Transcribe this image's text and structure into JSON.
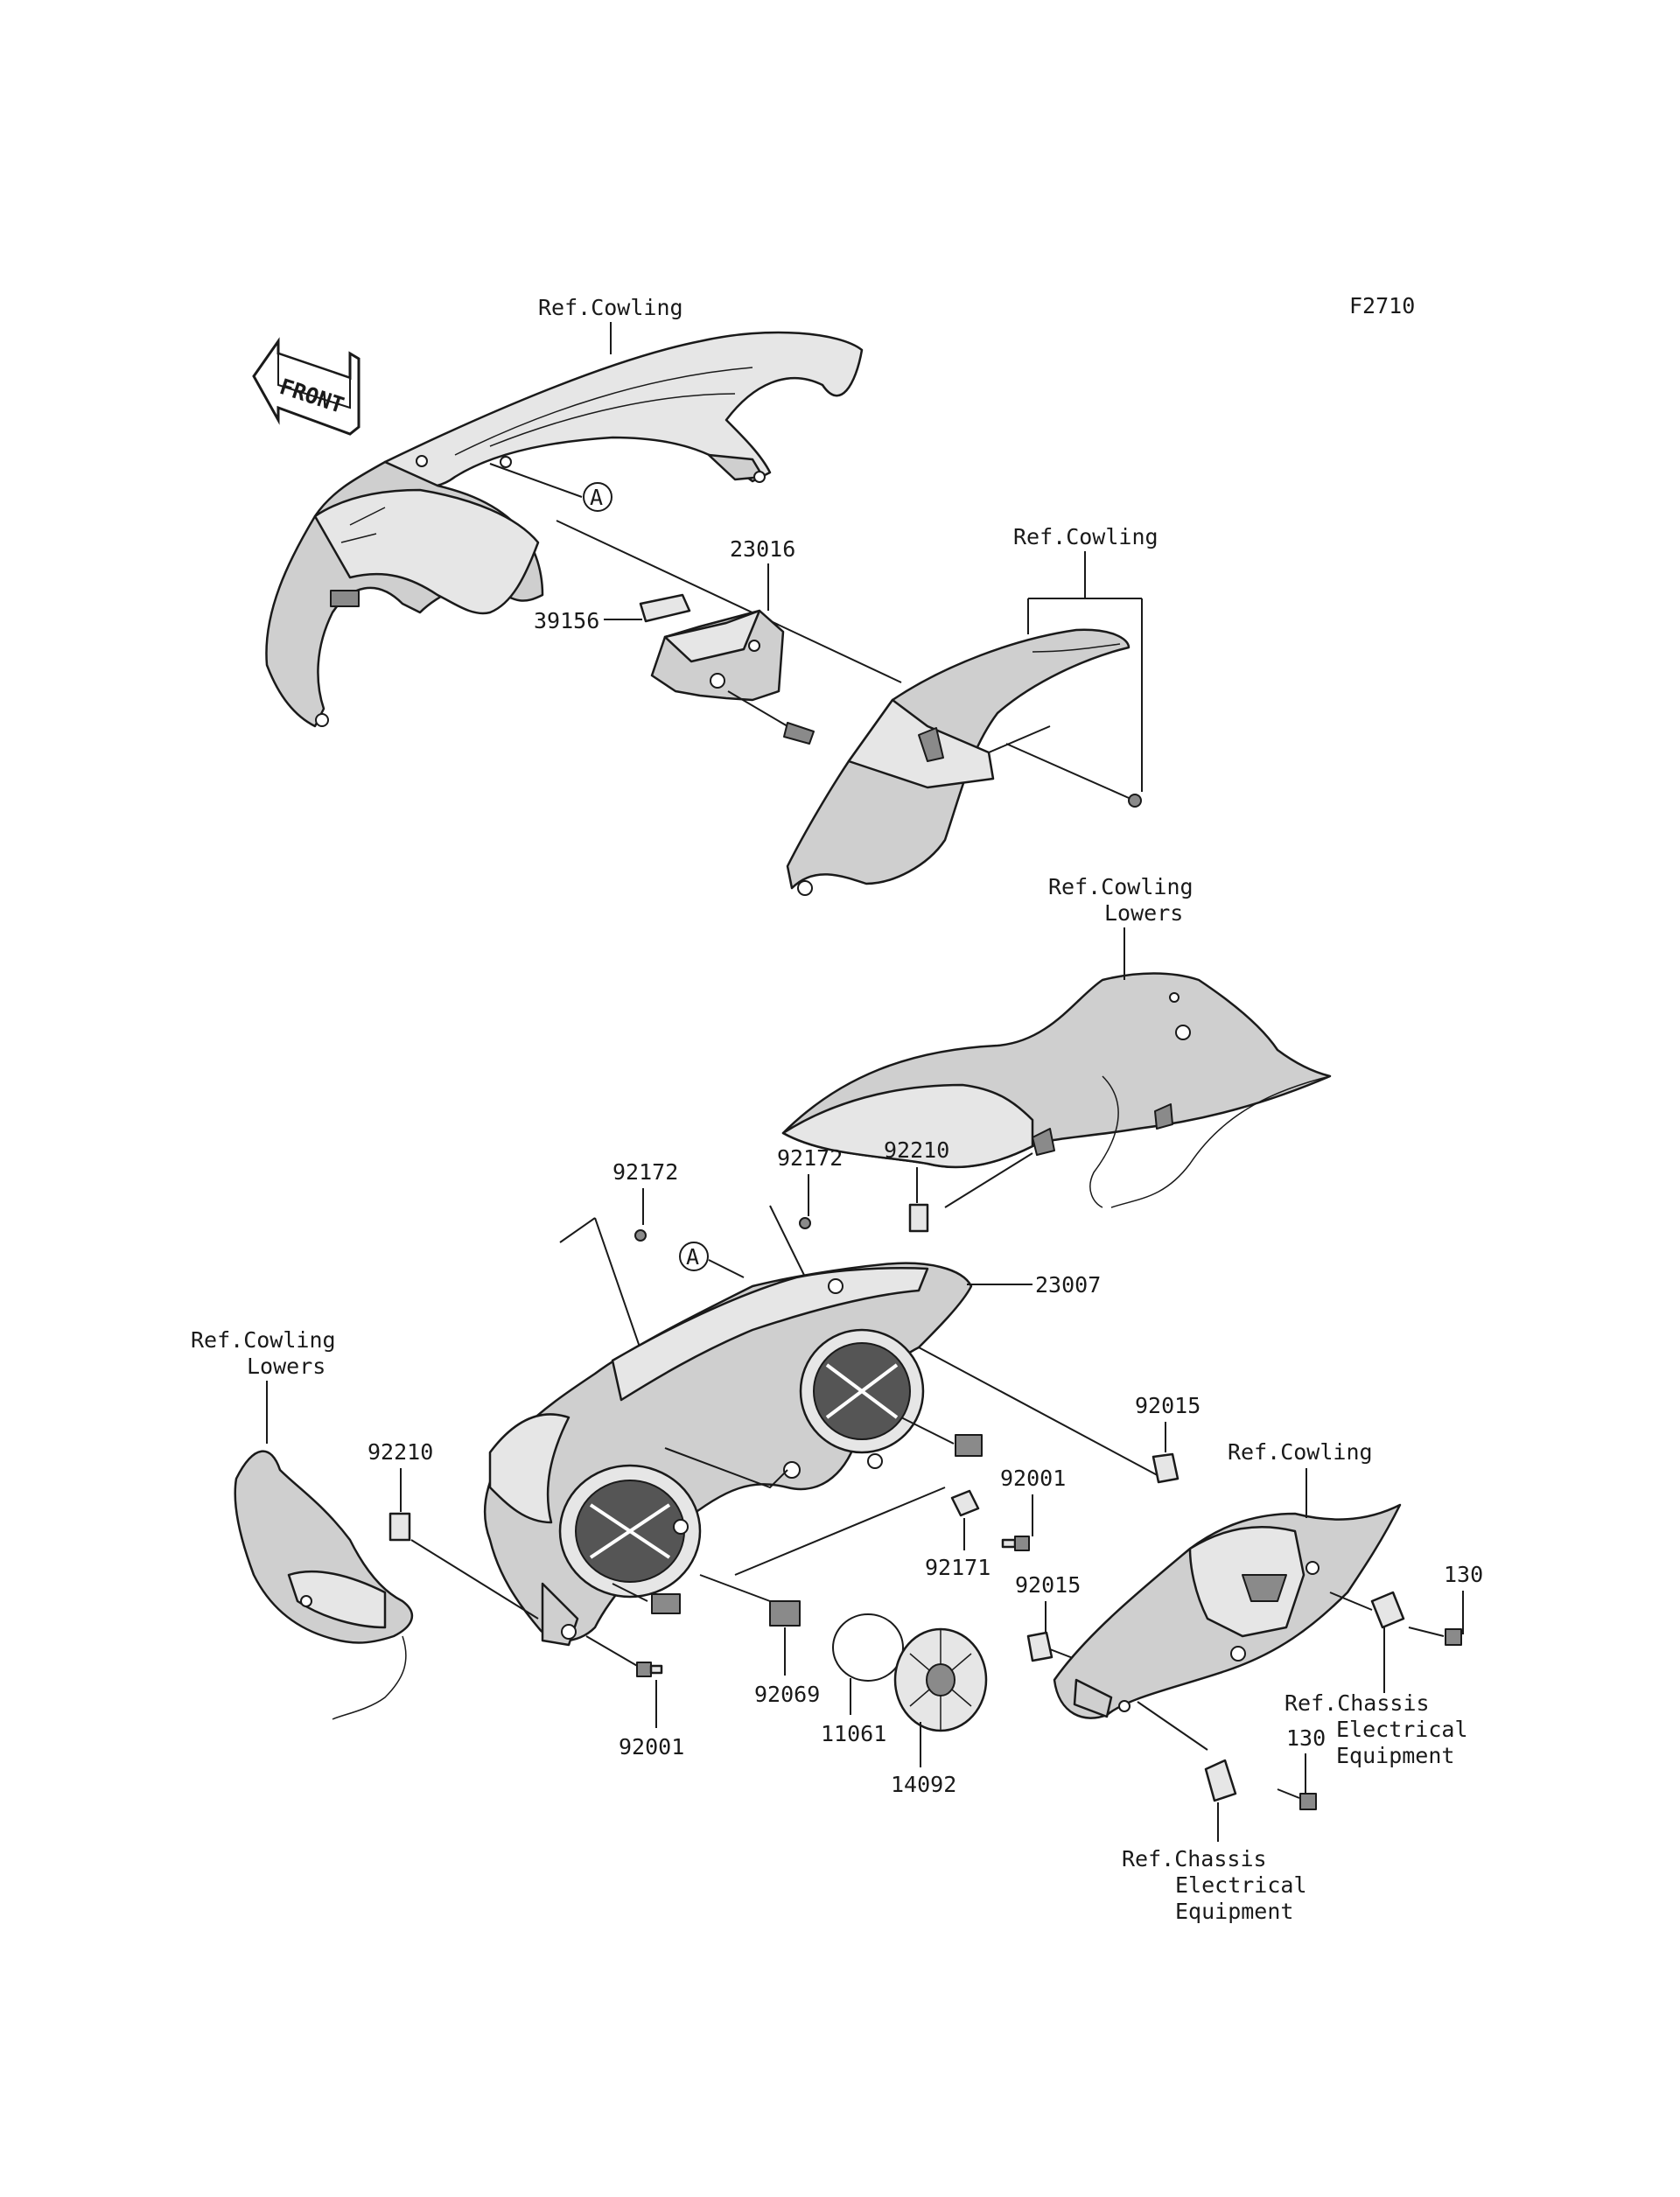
{
  "diagram_code": "F2710",
  "front_label": "FRONT",
  "ref_marks": {
    "a_top": "A",
    "a_mid": "A"
  },
  "refs": {
    "cowling_top": "Ref.Cowling",
    "cowling_right": "Ref.Cowling",
    "cowling_lowers_right": [
      "Ref.Cowling",
      "Lowers"
    ],
    "cowling_lowers_left": [
      "Ref.Cowling",
      "Lowers"
    ],
    "cowling_bottom": "Ref.Cowling",
    "chassis_right": [
      "Ref.Chassis",
      "Electrical",
      "Equipment"
    ],
    "chassis_bottom": [
      "Ref.Chassis",
      "Electrical",
      "Equipment"
    ]
  },
  "parts": {
    "p23016": "23016",
    "p39156": "39156",
    "p92172_left": "92172",
    "p92172_right": "92172",
    "p92210_top": "92210",
    "p92210_left": "92210",
    "p23007": "23007",
    "p92015_top": "92015",
    "p92015_mid": "92015",
    "p92001_right": "92001",
    "p92001_bottom": "92001",
    "p92171": "92171",
    "p92069": "92069",
    "p11061": "11061",
    "p14092": "14092",
    "p130_top": "130",
    "p130_bottom": "130"
  }
}
